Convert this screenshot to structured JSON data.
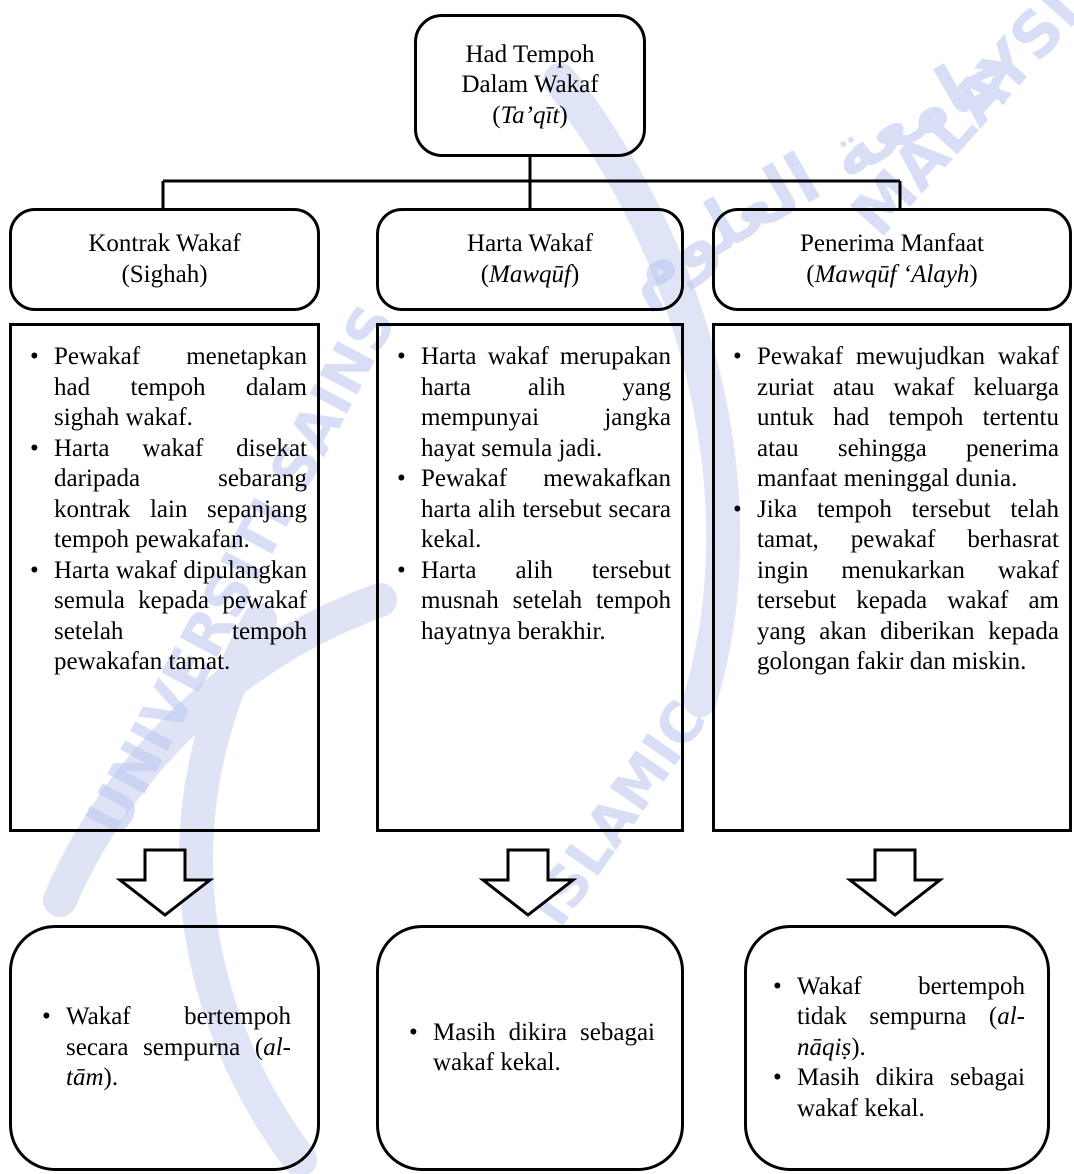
{
  "watermark": {
    "texts": [
      "MALAYSIA",
      "ISLAMIC",
      "UNIVERSITI SAINS",
      "جامعة العلوم"
    ]
  },
  "root": {
    "line1": "Had Tempoh",
    "line2": "Dalam Wakaf",
    "term": "Ta’qīt"
  },
  "categories": [
    {
      "title": "Kontrak Wakaf",
      "subtitle": "Sighah",
      "points": [
        "Pewakaf menetapkan had tempoh dalam sighah wakaf.",
        "Harta wakaf disekat daripada sebarang kontrak lain sepanjang tempoh pewakafan.",
        "Harta wakaf dipulangkan semula kepada pewakaf setelah tempoh pewakafan tamat."
      ],
      "result": {
        "text": "Wakaf bertempoh secara sempurna",
        "term": "al-tām"
      }
    },
    {
      "title": "Harta Wakaf",
      "subtitle": "Mawqūf",
      "points": [
        "Harta wakaf merupakan harta alih yang mempunyai jangka hayat semula jadi.",
        "Pewakaf mewakafkan harta alih tersebut secara kekal.",
        "Harta alih tersebut musnah setelah tempoh hayatnya berakhir."
      ],
      "result": {
        "text": "Masih dikira sebagai wakaf kekal."
      }
    },
    {
      "title": "Penerima Manfaat",
      "subtitle": "Mawqūf ʻAlayh",
      "points": [
        "Pewakaf mewujudkan wakaf zuriat atau wakaf keluarga untuk had tempoh tertentu atau sehingga penerima manfaat meninggal dunia.",
        "Jika tempoh tersebut telah tamat, pewakaf berhasrat ingin menukarkan wakaf tersebut kepada wakaf am yang akan diberikan kepada golongan fakir dan miskin."
      ],
      "result": {
        "text1": "Wakaf bertempoh tidak sempurna",
        "term": "al-nāqiṣ",
        "text2": "Masih dikira sebagai wakaf kekal."
      }
    }
  ],
  "colors": {
    "line": "#000000",
    "watermark": "#bcc8ee"
  }
}
